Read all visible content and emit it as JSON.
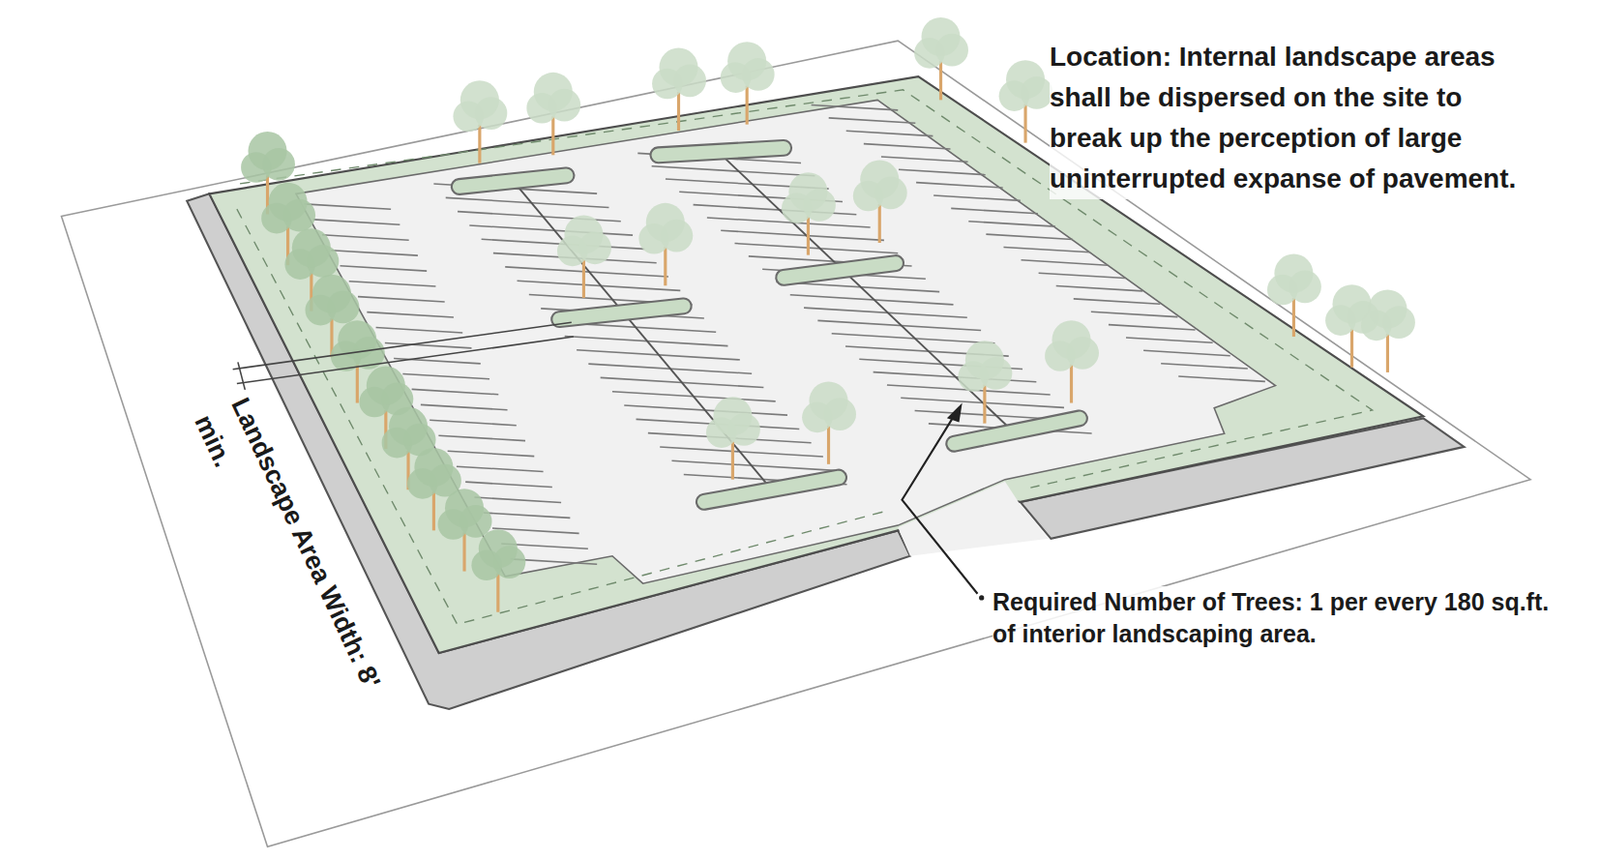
{
  "diagram": {
    "labels": [
      "Location: Internal landscape areas shall be dispersed on the site to break up the perception of large uninterrupted expanse of pavement.",
      "Required Number of Trees: 1 per every 180 sq.ft. of interior landscaping area.",
      "Landscape Area Width: 8' min."
    ]
  }
}
